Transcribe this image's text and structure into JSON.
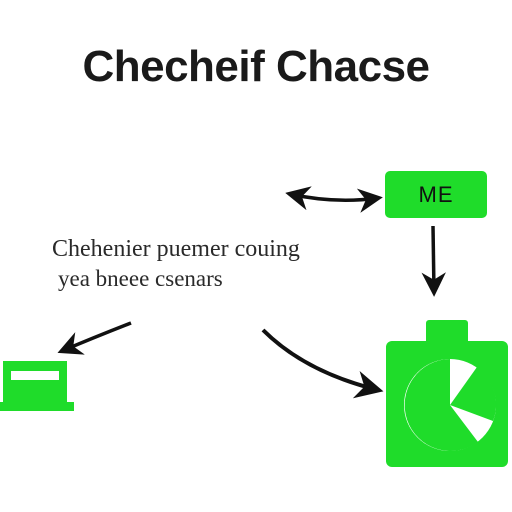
{
  "title": "Checheif Chacse",
  "me_box": {
    "label": "ME"
  },
  "caption": {
    "line1": "Chehenier puemer couing",
    "line2": "yea bneee csenars"
  },
  "colors": {
    "accent_green": "#1fdc2a",
    "arrow": "#111111",
    "text": "#1a1a1a"
  },
  "icons": {
    "laptop": "laptop-icon",
    "clock_jar": "clock-container-icon"
  }
}
